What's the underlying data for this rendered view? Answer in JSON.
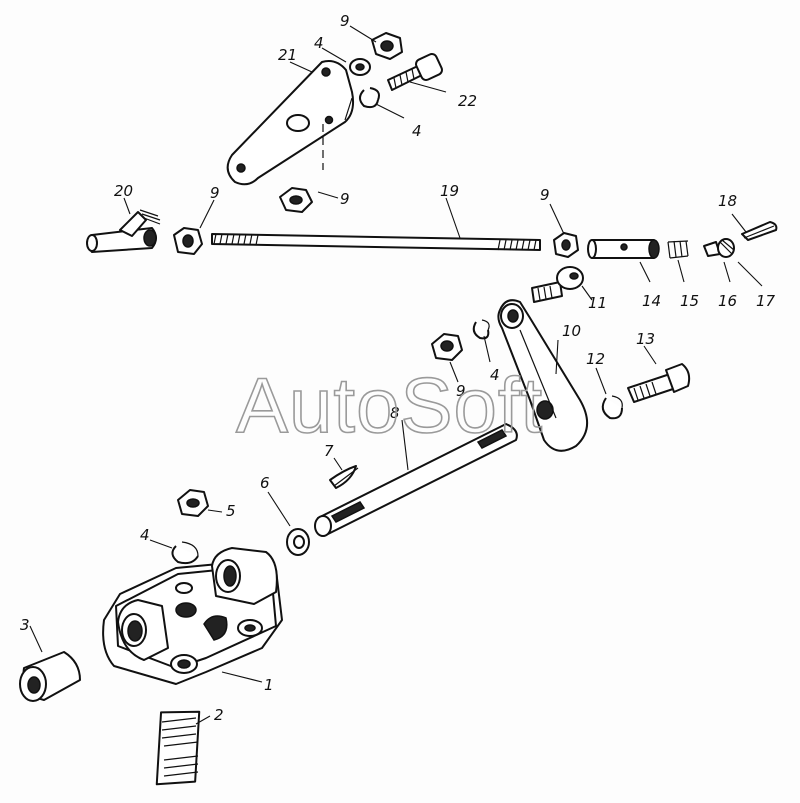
{
  "watermark": "AutoSoft",
  "callouts": [
    {
      "id": "c1",
      "text": "1"
    },
    {
      "id": "c2",
      "text": "2"
    },
    {
      "id": "c3",
      "text": "3"
    },
    {
      "id": "c4a",
      "text": "4"
    },
    {
      "id": "c4b",
      "text": "4"
    },
    {
      "id": "c4c",
      "text": "4"
    },
    {
      "id": "c4d",
      "text": "4"
    },
    {
      "id": "c5",
      "text": "5"
    },
    {
      "id": "c6",
      "text": "6"
    },
    {
      "id": "c7",
      "text": "7"
    },
    {
      "id": "c8",
      "text": "8"
    },
    {
      "id": "c9a",
      "text": "9"
    },
    {
      "id": "c9b",
      "text": "9"
    },
    {
      "id": "c9c",
      "text": "9"
    },
    {
      "id": "c9d",
      "text": "9"
    },
    {
      "id": "c9e",
      "text": "9"
    },
    {
      "id": "c10",
      "text": "10"
    },
    {
      "id": "c11",
      "text": "11"
    },
    {
      "id": "c12",
      "text": "12"
    },
    {
      "id": "c13",
      "text": "13"
    },
    {
      "id": "c14",
      "text": "14"
    },
    {
      "id": "c15",
      "text": "15"
    },
    {
      "id": "c16",
      "text": "16"
    },
    {
      "id": "c17",
      "text": "17"
    },
    {
      "id": "c18",
      "text": "18"
    },
    {
      "id": "c19",
      "text": "19"
    },
    {
      "id": "c20",
      "text": "20"
    },
    {
      "id": "c21",
      "text": "21"
    },
    {
      "id": "c22",
      "text": "22"
    }
  ]
}
